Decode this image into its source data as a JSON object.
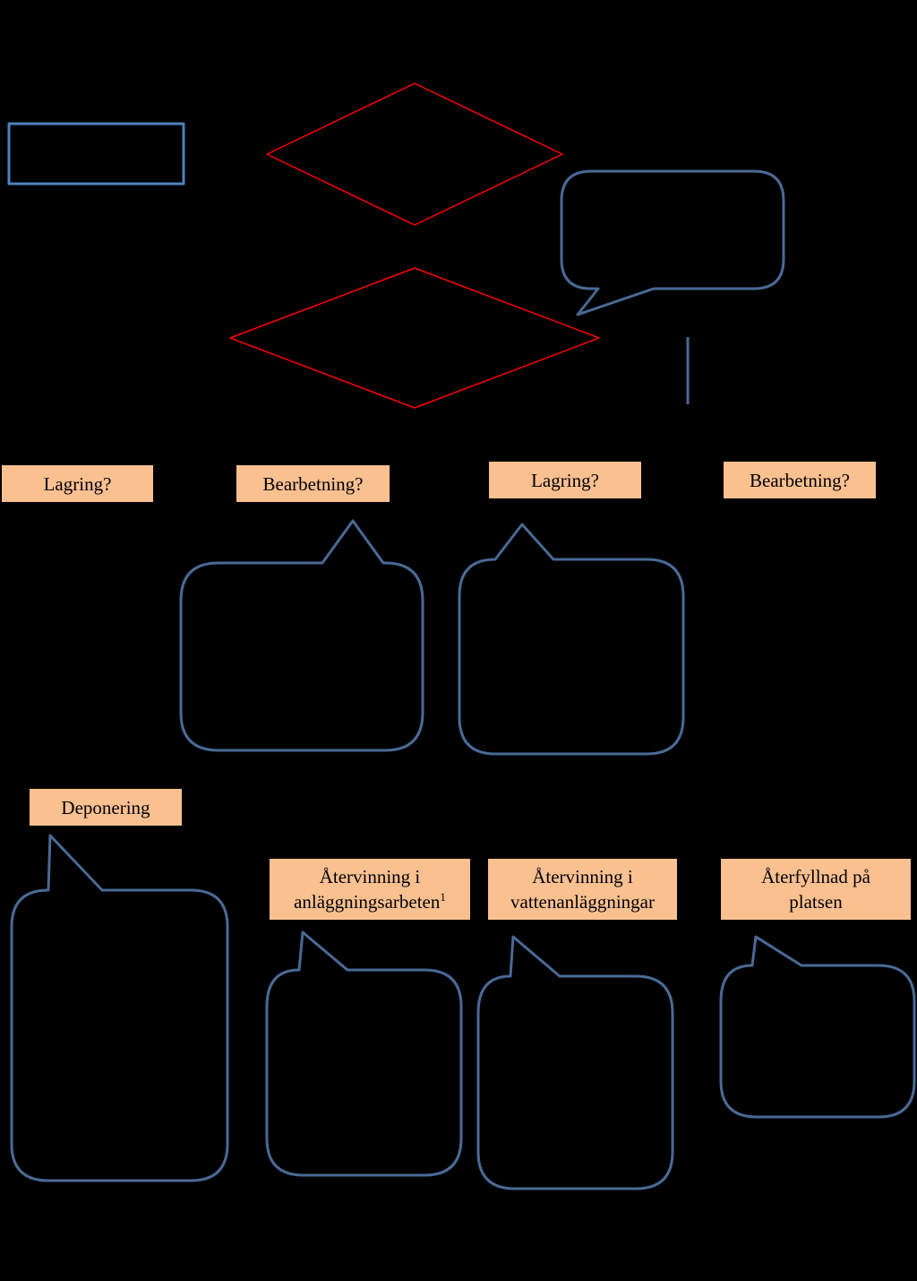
{
  "colors": {
    "background": "#000000",
    "label_fill": "#fac090",
    "label_text": "#000000",
    "decision_stroke": "#ff0000",
    "box_stroke": "#4f81bd",
    "callout_stroke": "#4a6a96"
  },
  "labels": {
    "lagring_1": "Lagring?",
    "bearbetning_1": "Bearbetning?",
    "lagring_2": "Lagring?",
    "bearbetning_2": "Bearbetning?",
    "deponering": "Deponering",
    "atervinning_anlaggning_line1": "Återvinning i",
    "atervinning_anlaggning_line2": "anläggningsarbeten",
    "atervinning_anlaggning_footnote": "1",
    "atervinning_vatten_line1": "Återvinning i",
    "atervinning_vatten_line2": "vattenanläggningar",
    "aterfyllnad_line1": "Återfyllnad på",
    "aterfyllnad_line2": "platsen"
  }
}
